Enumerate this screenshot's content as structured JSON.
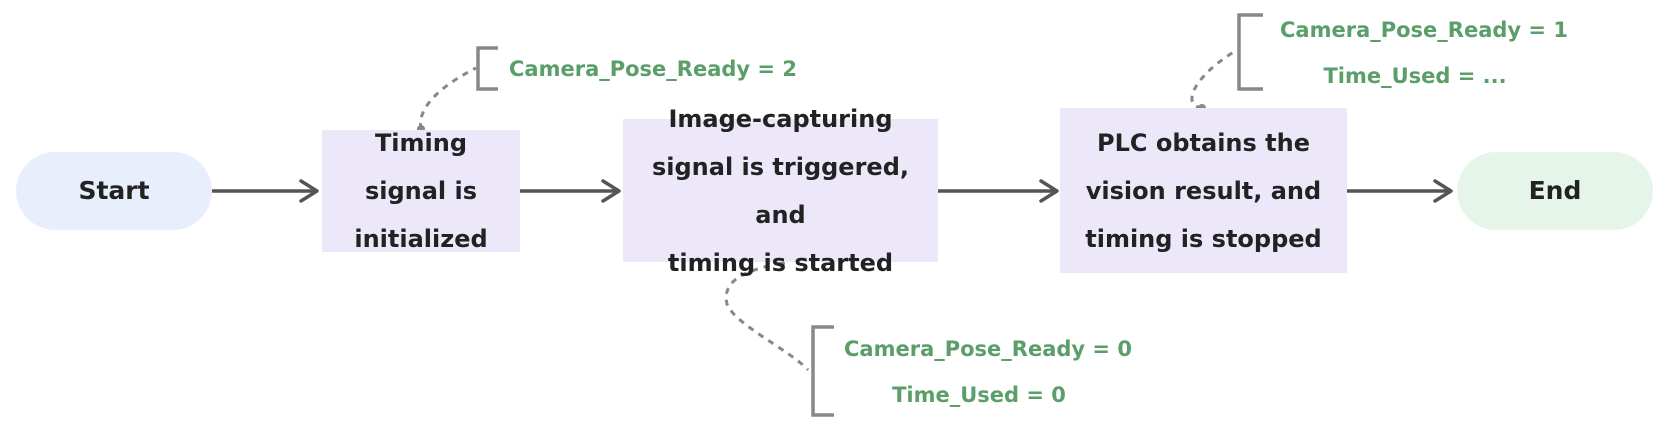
{
  "colors": {
    "start_fill": "#e8eefc",
    "end_fill": "#e6f5e9",
    "process_fill": "#ede7fa",
    "arrow": "#555555",
    "note_text": "#5a9e6a",
    "note_bracket": "#888888",
    "node_text": "#222222"
  },
  "nodes": {
    "start": {
      "label": "Start"
    },
    "initialize": {
      "lines": [
        "Timing",
        "signal is",
        "initialized"
      ]
    },
    "trigger": {
      "lines": [
        "Image-capturing",
        "signal is triggered, and",
        "timing is started"
      ]
    },
    "obtain": {
      "lines": [
        "PLC obtains the",
        "vision result, and",
        "timing is stopped"
      ]
    },
    "end": {
      "label": "End"
    }
  },
  "notes": {
    "initialize": {
      "lines": [
        "Camera_Pose_Ready = 2"
      ]
    },
    "trigger": {
      "lines": [
        "Camera_Pose_Ready = 0",
        "Time_Used = 0"
      ]
    },
    "obtain": {
      "lines": [
        "Camera_Pose_Ready = 1",
        "Time_Used = ..."
      ]
    }
  }
}
